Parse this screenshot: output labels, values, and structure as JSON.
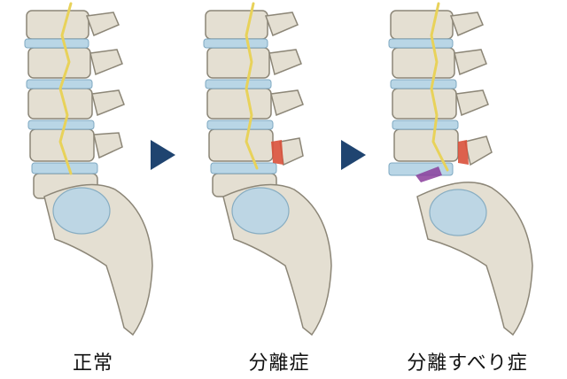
{
  "panels": [
    {
      "label": "正常"
    },
    {
      "label": "分離症"
    },
    {
      "label": "分離すべり症"
    }
  ],
  "colors": {
    "bone": "#e4dfd2",
    "bone_shadow": "#b8b2a3",
    "bone_outline": "#8c8677",
    "disc": "#b9d6e6",
    "disc_edge": "#7ea8c1",
    "nerve": "#e8d25a",
    "fracture": "#d9503a",
    "slip_marker": "#8a3d9b",
    "arrow": "#1f4470"
  },
  "icons": {
    "arrow": "triangle-right-icon"
  }
}
